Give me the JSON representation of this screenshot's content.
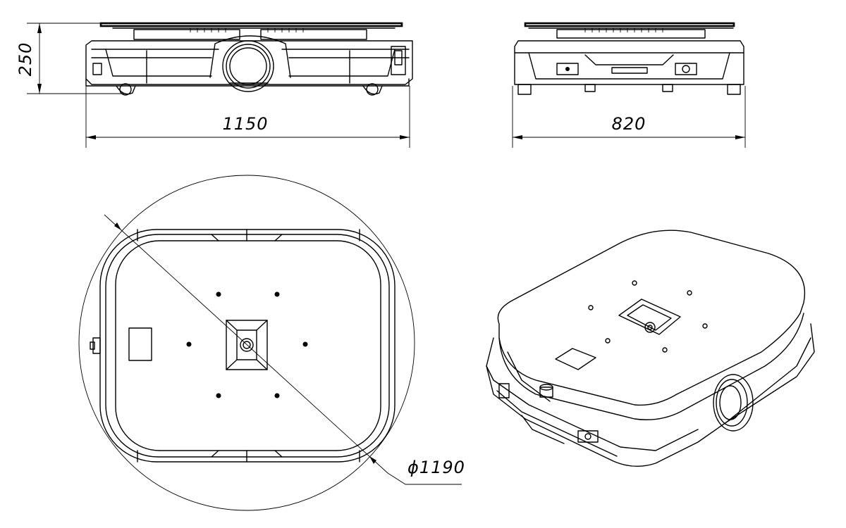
{
  "dimensions": {
    "height": "250",
    "front_length": "1150",
    "side_width": "820",
    "turning_diameter": "ϕ1190"
  }
}
